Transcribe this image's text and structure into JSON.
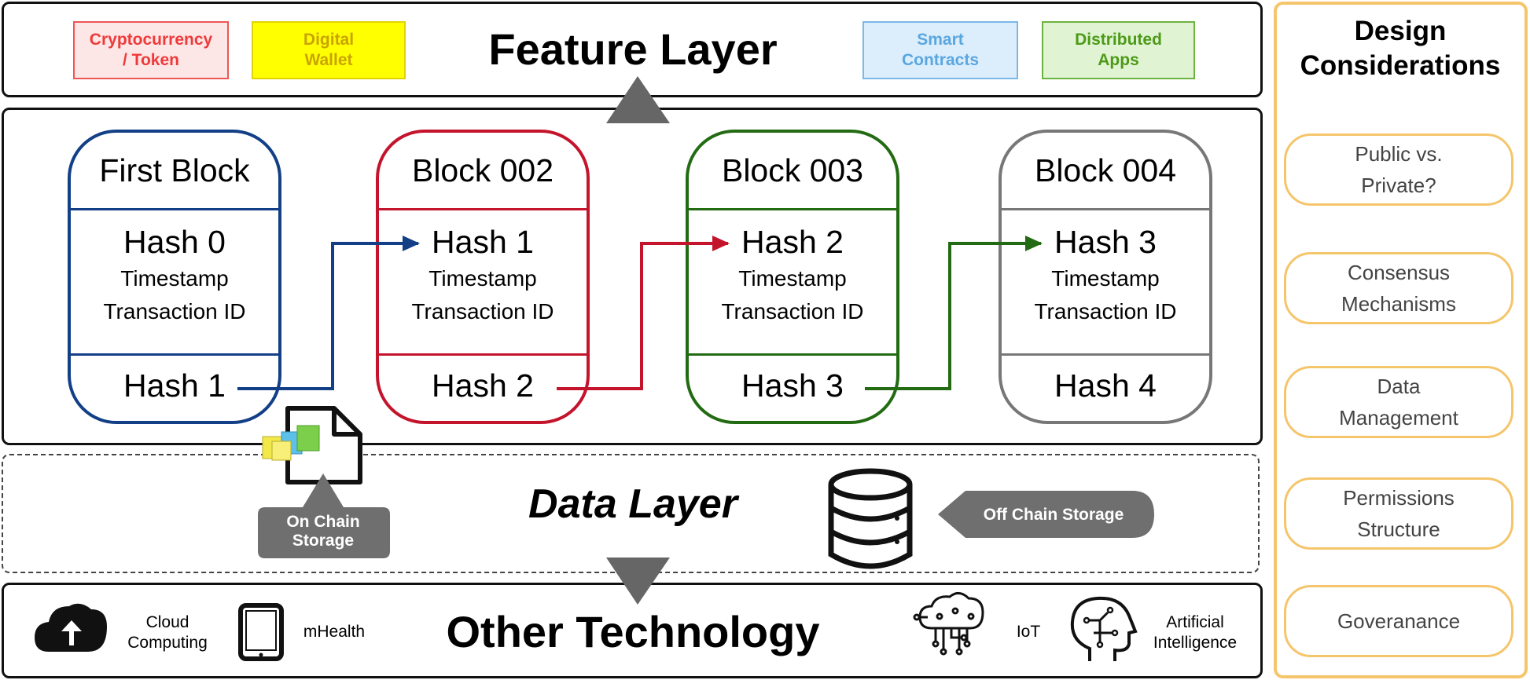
{
  "feature_layer": {
    "title": "Feature Layer",
    "tags": [
      {
        "label": "Cryptocurrency\n/ Token",
        "text_color": "#ee3a3a",
        "border_color": "#ee5555",
        "bg": "#fde6e6"
      },
      {
        "label": "Digital\nWallet",
        "text_color": "#c9a400",
        "border_color": "#e0d400",
        "bg": "#ffff00"
      },
      {
        "label": "Smart\nContracts",
        "text_color": "#5aa7e0",
        "border_color": "#7ab8e8",
        "bg": "#dcedfb"
      },
      {
        "label": "Distributed\nApps",
        "text_color": "#4c9a18",
        "border_color": "#6db33f",
        "bg": "#e0f3d2"
      }
    ]
  },
  "blocks": [
    {
      "name": "First Block",
      "hash_in": "Hash 0",
      "line1": "Timestamp",
      "line2": "Transaction ID",
      "hash_out": "Hash 1",
      "color": "#123f86"
    },
    {
      "name": "Block 002",
      "hash_in": "Hash 1",
      "line1": "Timestamp",
      "line2": "Transaction ID",
      "hash_out": "Hash 2",
      "color": "#c4142c"
    },
    {
      "name": "Block 003",
      "hash_in": "Hash 2",
      "line1": "Timestamp",
      "line2": "Transaction ID",
      "hash_out": "Hash 3",
      "color": "#236b12"
    },
    {
      "name": "Block 004",
      "hash_in": "Hash 3",
      "line1": "Timestamp",
      "line2": "Transaction ID",
      "hash_out": "Hash 4",
      "color": "#777777"
    }
  ],
  "data_layer": {
    "title": "Data Layer",
    "on_chain_label": "On Chain\nStorage",
    "off_chain_label": "Off Chain Storage"
  },
  "other_technology": {
    "title": "Other Technology",
    "items": [
      {
        "icon": "cloud-upload-icon",
        "label": "Cloud\nComputing"
      },
      {
        "icon": "tablet-icon",
        "label": "mHealth"
      },
      {
        "icon": "iot-circuit-icon",
        "label": "IoT"
      },
      {
        "icon": "ai-head-icon",
        "label": "Artificial\nIntelligence"
      }
    ]
  },
  "design_considerations": {
    "title": "Design\nConsiderations",
    "items": [
      "Public vs.\nPrivate?",
      "Consensus\nMechanisms",
      "Data\nManagement",
      "Permissions\nStructure",
      "Goveranance"
    ],
    "accent": "#f5c56b"
  },
  "colors": {
    "arrow_gray": "#666666",
    "label_gray": "#6f6f6f"
  }
}
